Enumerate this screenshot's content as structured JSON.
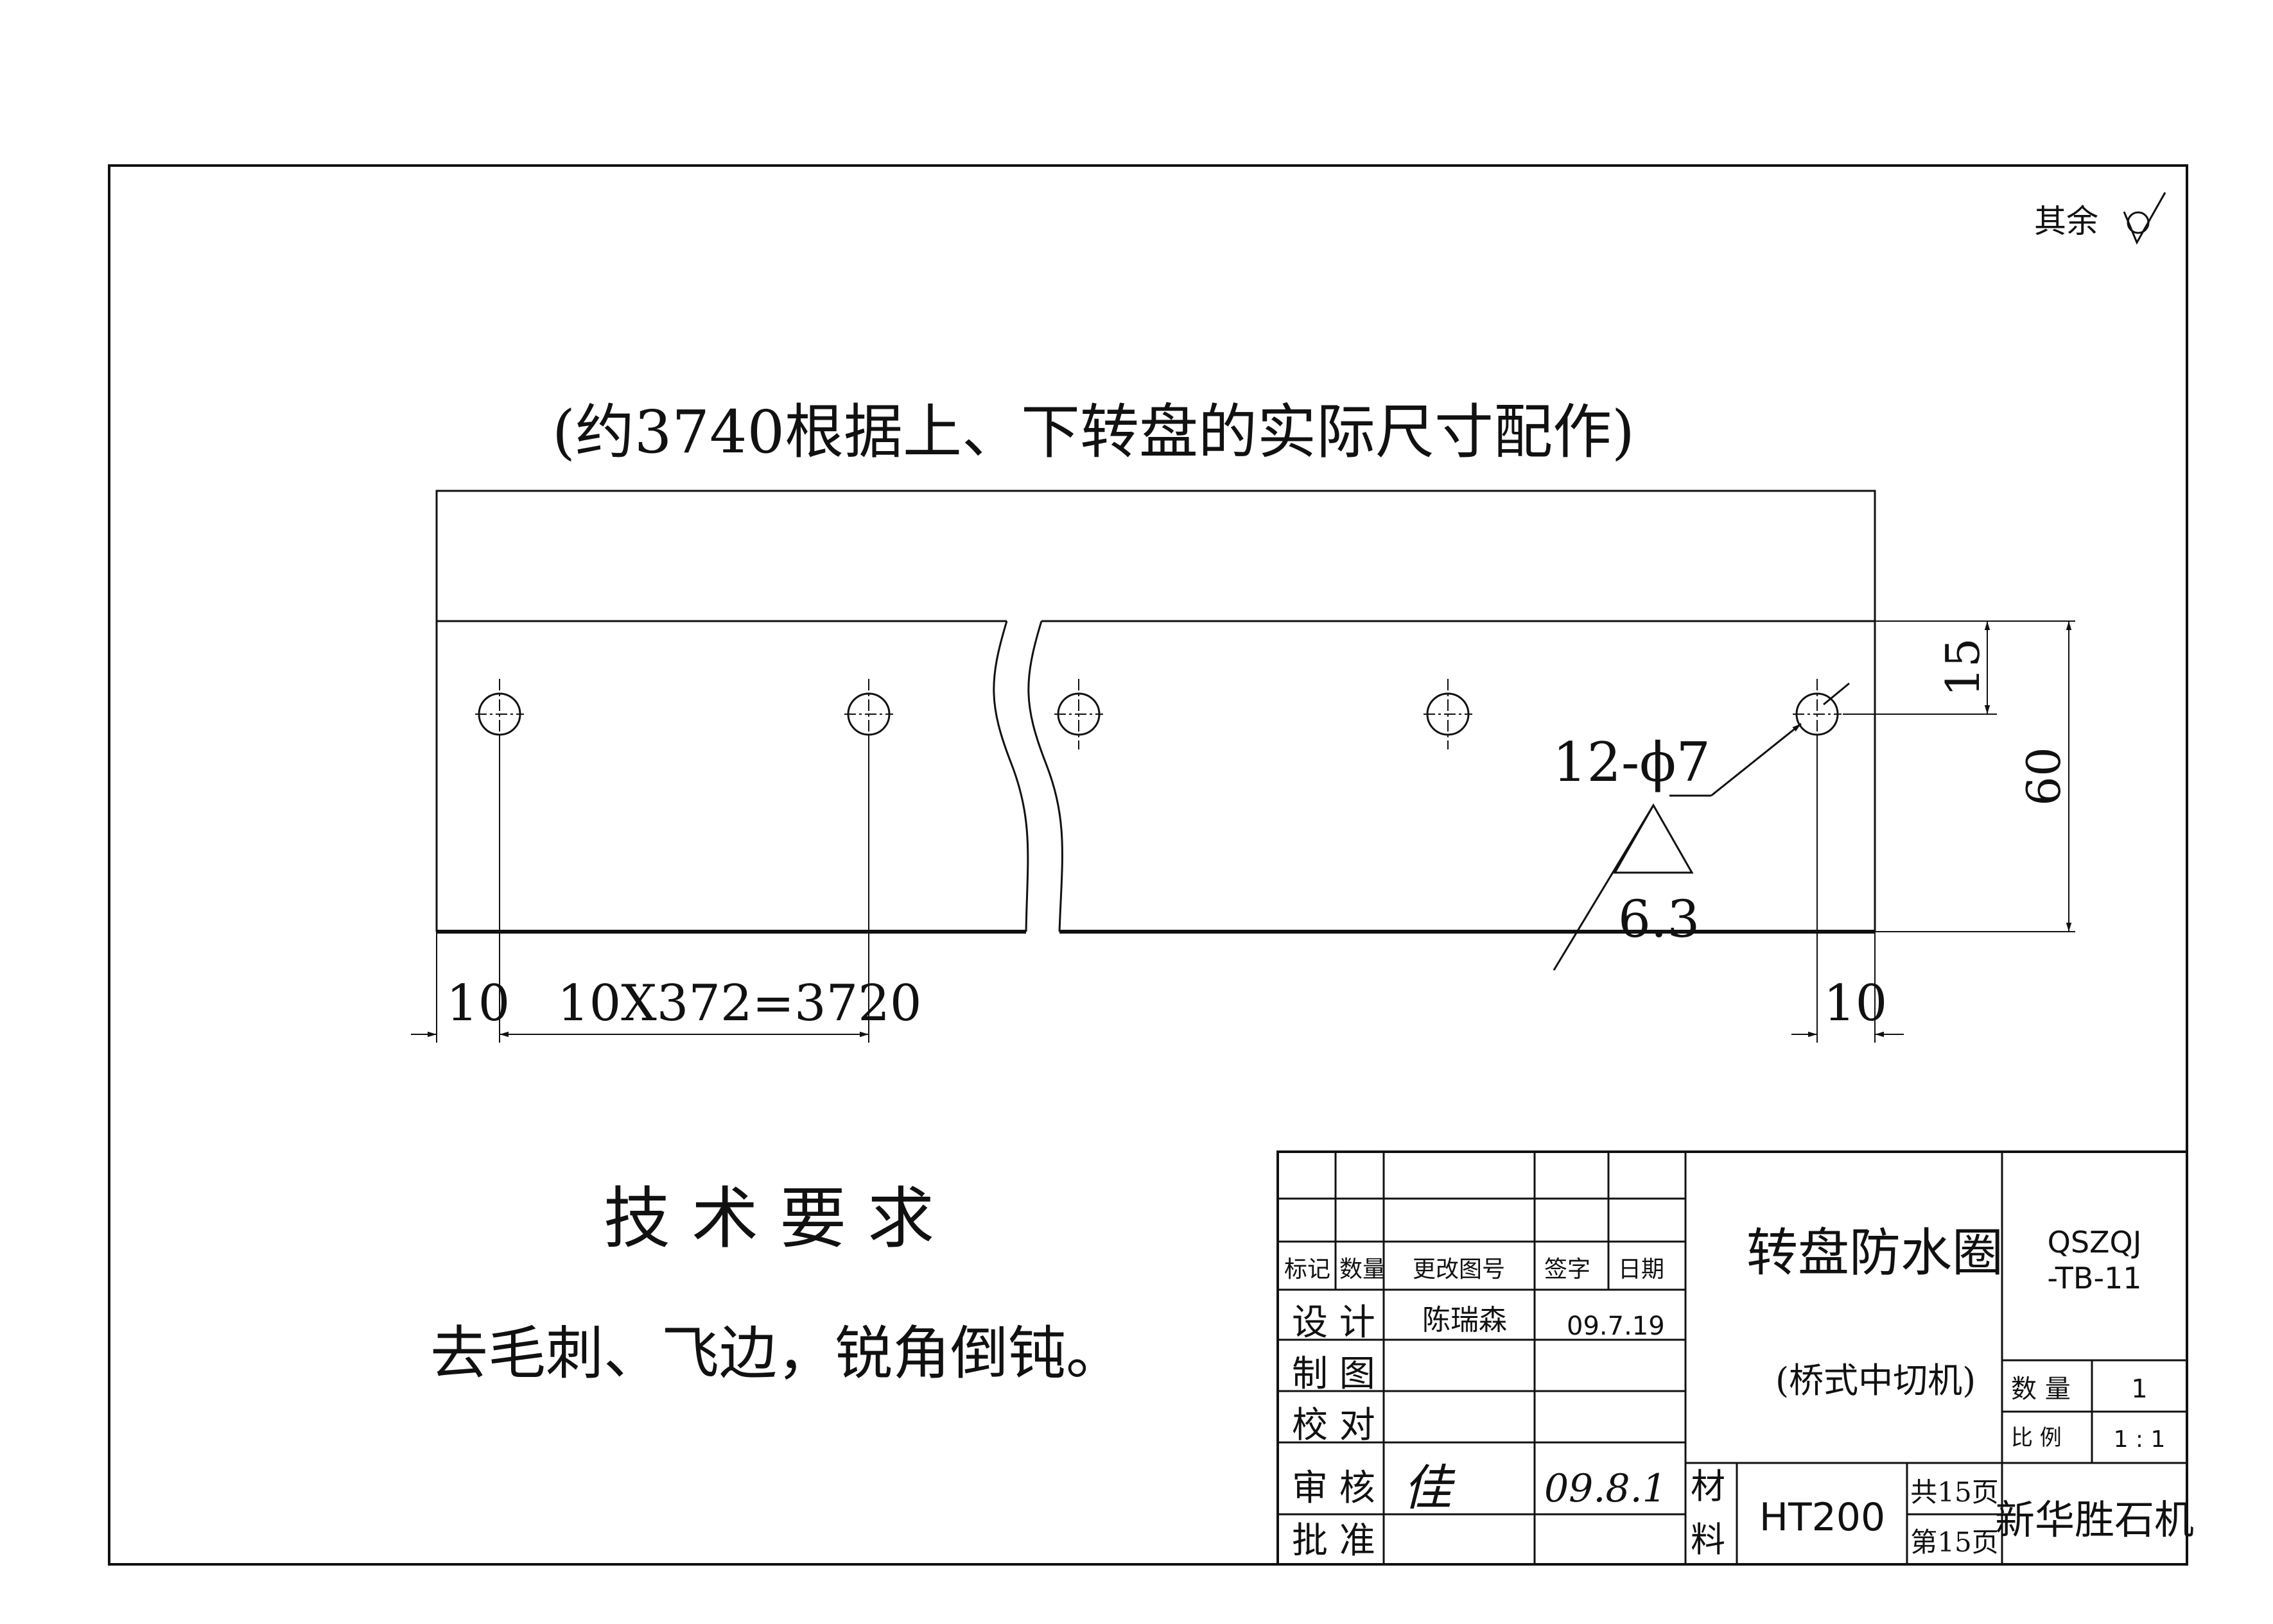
{
  "surface_mark": {
    "prefix": "其余"
  },
  "header_note": "(约3740根据上、下转盘的实际尺寸配作)",
  "dimensions": {
    "height_total": "60",
    "hole_offset": "15",
    "hole_callout": "12-ϕ7",
    "roughness": "6.3",
    "left_end": "10",
    "pitch": "10X372=3720",
    "right_end": "10"
  },
  "tech_req": {
    "heading": "技 术 要 求",
    "text": "去毛刺、飞边，锐角倒钝。"
  },
  "title_block": {
    "headers": {
      "mark": "标记",
      "count": "数量",
      "change_doc": "更改图号",
      "sign": "签字",
      "date": "日期"
    },
    "roles": {
      "design": "设 计",
      "drawing": "制 图",
      "check": "校 对",
      "review": "审 核",
      "approve": "批 准"
    },
    "designer": "陈瑞森",
    "design_date": "09.7.19",
    "reviewer_sign": "佳",
    "review_date": "09.8.1",
    "part_name": "转盘防水圈",
    "machine": "(桥式中切机)",
    "drawing_no_line1": "QSZQJ",
    "drawing_no_line2": "-TB-11",
    "qty_label": "数 量",
    "qty_value": "1",
    "scale_label": "比 例",
    "scale_value": "1 : 1",
    "material_label_1": "材",
    "material_label_2": "料",
    "material": "HT200",
    "total_pages": "共15页",
    "page_no": "第15页",
    "company": "新华胜石机"
  }
}
